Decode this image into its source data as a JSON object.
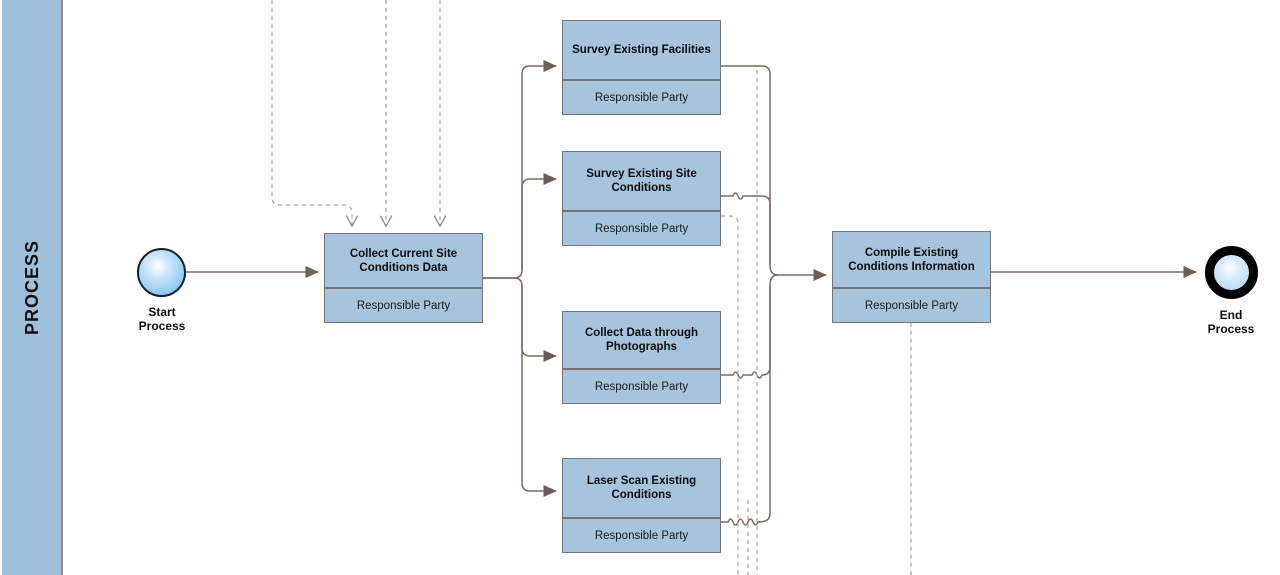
{
  "diagram": {
    "title": "PROCESS",
    "lane": {
      "label": "PROCESS",
      "band_color": "#9fc0da",
      "border_color": "#9a8f88"
    },
    "palette": {
      "task_fill": "#a6c4dd",
      "task_border": "#7d726c",
      "connector": "#7d6a63",
      "dashed_connector": "#b3aaa4",
      "start_event_border": "#13242e",
      "end_event_border": "#000000",
      "text": "#0c0c0c",
      "background": "#ffffff"
    },
    "events": [
      {
        "id": "start",
        "type": "start-event",
        "label": "Start\nProcess"
      },
      {
        "id": "end",
        "type": "end-event",
        "label": "End\nProcess"
      }
    ],
    "tasks": [
      {
        "id": "collect-current",
        "title": "Collect Current Site Conditions Data",
        "role": "Responsible Party"
      },
      {
        "id": "survey-facilities",
        "title": "Survey Existing Facilities",
        "role": "Responsible Party"
      },
      {
        "id": "survey-site-conditions",
        "title": "Survey Existing Site Conditions",
        "role": "Responsible Party"
      },
      {
        "id": "collect-photographs",
        "title": "Collect Data through Photographs",
        "role": "Responsible Party"
      },
      {
        "id": "laser-scan",
        "title": "Laser Scan Existing Conditions",
        "role": "Responsible Party"
      },
      {
        "id": "compile-existing",
        "title": "Compile Existing Conditions Information",
        "role": "Responsible Party"
      }
    ],
    "flows": [
      {
        "from": "start",
        "to": "collect-current",
        "style": "solid"
      },
      {
        "from": "collect-current",
        "to": "survey-facilities",
        "style": "solid"
      },
      {
        "from": "collect-current",
        "to": "survey-site-conditions",
        "style": "solid"
      },
      {
        "from": "collect-current",
        "to": "collect-photographs",
        "style": "solid"
      },
      {
        "from": "collect-current",
        "to": "laser-scan",
        "style": "solid"
      },
      {
        "from": "survey-facilities",
        "to": "compile-existing",
        "style": "solid"
      },
      {
        "from": "survey-site-conditions",
        "to": "compile-existing",
        "style": "solid"
      },
      {
        "from": "collect-photographs",
        "to": "compile-existing",
        "style": "solid"
      },
      {
        "from": "laser-scan",
        "to": "compile-existing",
        "style": "solid"
      },
      {
        "from": "compile-existing",
        "to": "end",
        "style": "solid"
      },
      {
        "from": "offpage-left",
        "to": "collect-current",
        "style": "dashed"
      },
      {
        "from": "offpage-top-a",
        "to": "collect-current",
        "style": "dashed"
      },
      {
        "from": "offpage-top-b",
        "to": "collect-current",
        "style": "dashed"
      },
      {
        "from": "survey-site-conditions",
        "to": "offpage-bottom",
        "style": "dashed"
      },
      {
        "from": "compile-existing",
        "to": "offpage-bottom",
        "style": "dashed"
      }
    ]
  }
}
